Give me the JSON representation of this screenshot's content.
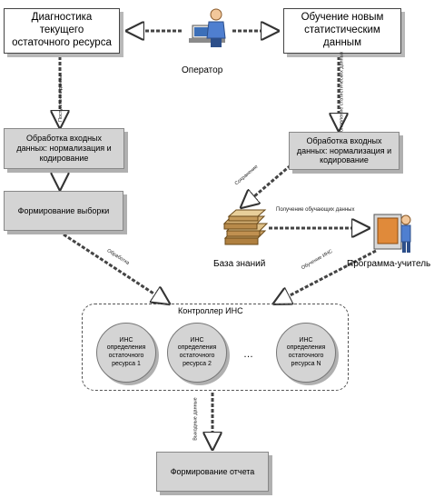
{
  "nodes": {
    "diagnostics": "Диагностика текущего остаточного ресурса",
    "training": "Обучение новым статистическим данным",
    "operator": "Оператор",
    "processing_left": "Обработка входных данных: нормализация и кодирование",
    "processing_right": "Обработка входных данных: нормализация и кодирование",
    "sampling": "Формирование выборки",
    "knowledge_base": "База знаний",
    "trainer": "Программа-учитель",
    "controller": "Контроллер ИНС",
    "ins1": "ИНС определения остаточного ресурса 1",
    "ins2": "ИНС определения остаточного ресурса 2",
    "ellipsis": "…",
    "insN": "ИНС определения остаточного ресурса N",
    "report": "Формирование отчета"
  },
  "edge_labels": {
    "left_down": "Поступление данных",
    "right_down": "Обновление статистических данных",
    "to_kb": "Сохранение",
    "kb_to_trainer": "Получение обучающих данных",
    "sample_to_ctrl": "Обработка",
    "trainer_to_ctrl": "Обучение ИНС",
    "ctrl_to_report": "Выходные данные"
  }
}
